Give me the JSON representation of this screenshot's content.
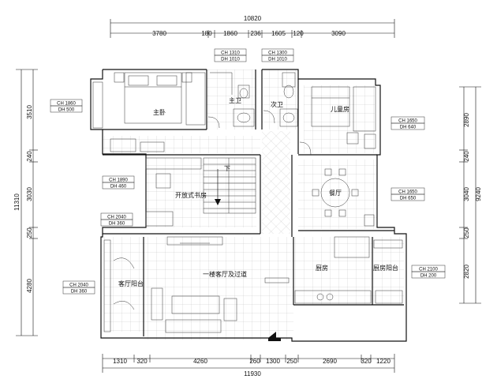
{
  "top_total": "10820",
  "top_dims": [
    "3780",
    "180",
    "1860",
    "236",
    "1605",
    "120",
    "3090"
  ],
  "bottom_total": "11930",
  "bottom_dims": [
    "1310",
    "320",
    "4260",
    "260",
    "1300",
    "250",
    "2690",
    "320",
    "1220"
  ],
  "left_total": "11310",
  "left_dims": [
    "3510",
    "240",
    "3030",
    "250",
    "4280"
  ],
  "right_total": "9240",
  "right_dims": [
    "2890",
    "240",
    "3040",
    "250",
    "2820"
  ],
  "rooms": {
    "master_bedroom": "主卧",
    "master_bath": "主卫",
    "second_bath": "次卫",
    "kids_room": "儿童房",
    "study": "开放式书房",
    "stair_down": "下",
    "dining": "餐厅",
    "living": "一楼客厅及过道",
    "living_balcony": "客厅阳台",
    "kitchen": "厨房",
    "kitchen_balcony": "厨房阳台"
  },
  "tags": {
    "master_bath": [
      "CH 1310",
      "DH 1010"
    ],
    "second_bath": [
      "CH 1300",
      "DH 1010"
    ],
    "master_bedroom": [
      "CH 1860",
      "DH 500"
    ],
    "kids_room": [
      "CH 1650",
      "DH 640"
    ],
    "study": [
      "CH 1890",
      "DH 460"
    ],
    "dining": [
      "CH 1650",
      "DH 650"
    ],
    "living_upper": [
      "CH 2040",
      "DH 360"
    ],
    "living_lower": [
      "CH 2040",
      "DH 360"
    ],
    "kitchen_balcony": [
      "CH 2100",
      "DH 200"
    ]
  }
}
